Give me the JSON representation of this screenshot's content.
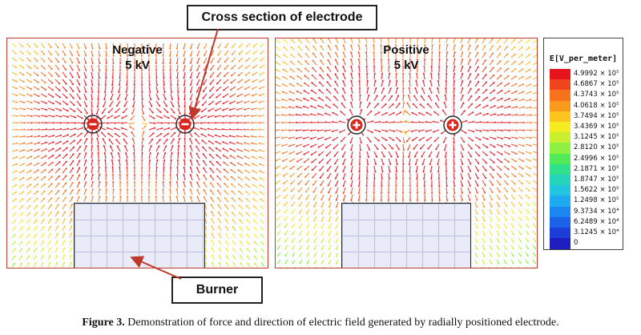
{
  "callouts": {
    "electrode": "Cross section of electrode",
    "burner": "Burner"
  },
  "panels": {
    "negative": {
      "title_line1": "Negative",
      "title_line2": "5 kV"
    },
    "positive": {
      "title_line1": "Positive",
      "title_line2": "5 kV"
    }
  },
  "legend": {
    "title": "E[V_per_meter]",
    "entries": [
      {
        "label": "4.9992 × 10⁵",
        "color": "#e8141c"
      },
      {
        "label": "4.6867 × 10⁵",
        "color": "#f0441c"
      },
      {
        "label": "4.3743 × 10⁵",
        "color": "#f6721c"
      },
      {
        "label": "4.0618 × 10⁵",
        "color": "#fa9a1c"
      },
      {
        "label": "3.7494 × 10⁵",
        "color": "#fcc41c"
      },
      {
        "label": "3.4369 × 10⁵",
        "color": "#f4ec20"
      },
      {
        "label": "3.1245 × 10⁵",
        "color": "#c8f030"
      },
      {
        "label": "2.8120 × 10⁵",
        "color": "#8ef040"
      },
      {
        "label": "2.4996 × 10⁵",
        "color": "#52ea56"
      },
      {
        "label": "2.1871 × 10⁵",
        "color": "#30e08c"
      },
      {
        "label": "1.8747 × 10⁵",
        "color": "#26d4bc"
      },
      {
        "label": "1.5622 × 10⁵",
        "color": "#22c6e0"
      },
      {
        "label": "1.2498 × 10⁵",
        "color": "#1eaaf0"
      },
      {
        "label": "9.3734 × 10⁴",
        "color": "#1c86f0"
      },
      {
        "label": "6.2489 × 10⁴",
        "color": "#1c62e8"
      },
      {
        "label": "3.1245 × 10⁴",
        "color": "#1c3ed8"
      },
      {
        "label": "0",
        "color": "#1f1fbf"
      }
    ]
  },
  "caption": {
    "label": "Figure 3.",
    "text": " Demonstration of force and direction of electric field generated by radially positioned electrode."
  }
}
